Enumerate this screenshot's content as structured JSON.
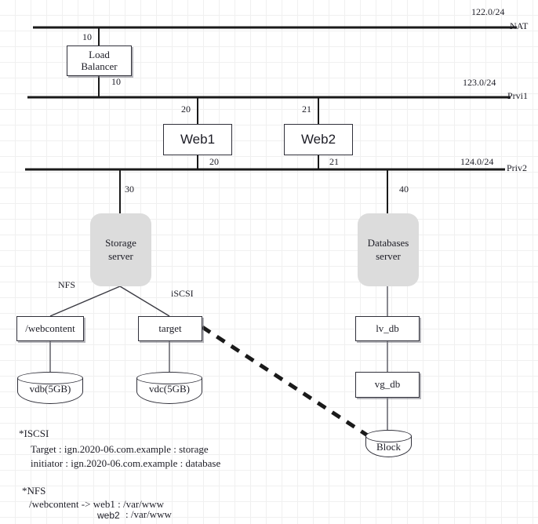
{
  "diagram": {
    "networks": [
      {
        "id": "nat",
        "subnet": "122.0/24",
        "name": "NAT"
      },
      {
        "id": "priv1",
        "subnet": "123.0/24",
        "name": "Prvi1"
      },
      {
        "id": "priv2",
        "subnet": "124.0/24",
        "name": "Priv2"
      }
    ],
    "nodes": {
      "load_balancer": "Load\nBalancer",
      "load_balancer_line1": "Load",
      "load_balancer_line2": "Balancer",
      "web1": "Web1",
      "web2": "Web2",
      "storage_server_line1": "Storage",
      "storage_server_line2": "server",
      "databases_server_line1": "Databases",
      "databases_server_line2": "server",
      "webcontent": "/webcontent",
      "target": "target",
      "lv_db": "lv_db",
      "vg_db": "vg_db"
    },
    "disks": {
      "vdb": "vdb(5GB)",
      "vdc": "vdc(5GB)",
      "block": "Block"
    },
    "interfaces": {
      "lb_nat": "10",
      "lb_priv1": "10",
      "web1_priv1": "20",
      "web1_priv2": "20",
      "web2_priv1": "21",
      "web2_priv2": "21",
      "storage_priv2": "30",
      "database_priv2": "40"
    },
    "protocols": {
      "nfs": "NFS",
      "iscsi": "iSCSI"
    },
    "notes": {
      "iscsi_heading": "*ISCSI",
      "iscsi_target": "Target : ign.2020-06.com.example : storage",
      "iscsi_initiator": "initiator : ign.2020-06.com.example : database",
      "nfs_heading": "*NFS",
      "nfs_export_web1": "/webcontent -> web1 : /var/www",
      "nfs_export_web2_host": "web2",
      "nfs_export_web2_path": ": /var/www"
    },
    "colors": {
      "line": "#1a1a1a",
      "server_fill": "#dcdcdc",
      "box_fill": "#ffffff",
      "text": "#1d1d26",
      "grid": "#e4e4e4"
    }
  }
}
